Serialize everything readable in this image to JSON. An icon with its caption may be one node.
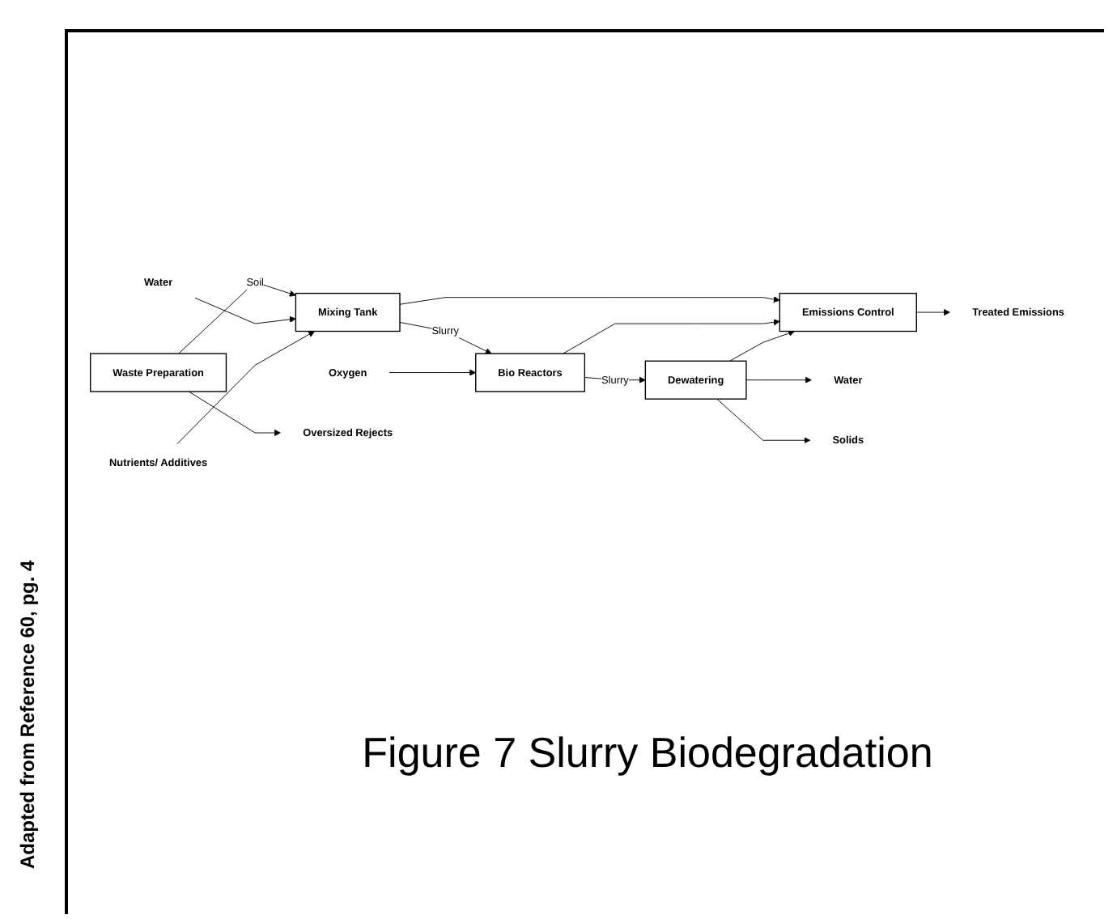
{
  "diagram": {
    "caption": "Figure 7 Slurry Biodegradation",
    "nodes": [
      {
        "text": [
          "Waste Preparation"
        ]
      },
      {
        "text": [
          "Mixing Tank"
        ]
      },
      {
        "text": [
          "Bio Reactors"
        ]
      },
      {
        "text": [
          "Dewatering"
        ]
      },
      {
        "text": [
          "Emissions Control"
        ]
      },
      {
        "text": [
          "Water"
        ]
      },
      {
        "text": [
          "Nutrients/ Additives"
        ]
      },
      {
        "text": [
          "Oxygen"
        ]
      },
      {
        "text": [
          "Treated Emissions"
        ]
      },
      {
        "text": [
          "Water"
        ]
      },
      {
        "text": [
          "Solids"
        ]
      },
      {
        "text": [
          "Oversized Rejects"
        ]
      }
    ],
    "edges": [
      {
        "from": 0,
        "to": 1,
        "arrow": "to",
        "label": "Soil"
      },
      {
        "from": 5,
        "to": 1,
        "arrow": "to"
      },
      {
        "from": 6,
        "to": 1,
        "arrow": "to"
      },
      {
        "from": 1,
        "to": 2,
        "arrow": "to",
        "label": "Slurry"
      },
      {
        "from": 7,
        "to": 2,
        "arrow": "to"
      },
      {
        "from": 2,
        "to": 3,
        "arrow": "to",
        "label": "Slurry"
      },
      {
        "from": 1,
        "to": 4,
        "arrow": "to"
      },
      {
        "from": 2,
        "to": 4,
        "arrow": "to"
      },
      {
        "from": 3,
        "to": 4,
        "arrow": "to"
      },
      {
        "from": 4,
        "to": 8,
        "arrow": "to"
      },
      {
        "from": 3,
        "to": 9,
        "arrow": "to"
      },
      {
        "from": 3,
        "to": 10,
        "arrow": "to"
      },
      {
        "from": 0,
        "to": 11,
        "arrow": "to"
      }
    ],
    "labels": [
      "Adapted from Reference 60, pg. 4"
    ]
  }
}
